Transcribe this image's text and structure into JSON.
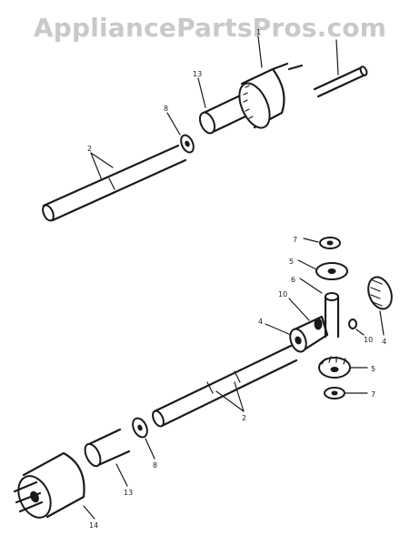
{
  "watermark": "AppliancePartsPros.com",
  "callouts": {
    "c1": "1",
    "c2_upper": "2",
    "c2_lower": "2",
    "c4_left": "4",
    "c4_right": "4",
    "c5_upper": "5",
    "c5_lower": "5",
    "c6": "6",
    "c7_upper": "7",
    "c7_lower": "7",
    "c8_upper": "8",
    "c8_lower": "8",
    "c10_left": "10",
    "c10_right": "10",
    "c13_upper": "13",
    "c13_lower": "13",
    "c14": "14"
  }
}
